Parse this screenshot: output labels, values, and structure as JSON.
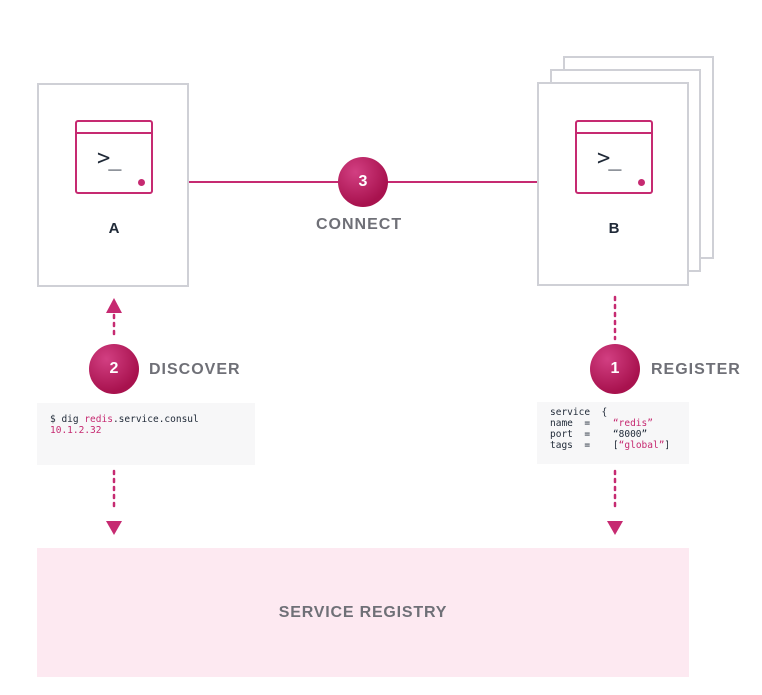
{
  "nodes": {
    "a": {
      "label": "A",
      "prompt": ">_"
    },
    "b": {
      "label": "B",
      "prompt": ">_"
    }
  },
  "steps": {
    "register": {
      "number": "1",
      "label": "REGISTER"
    },
    "discover": {
      "number": "2",
      "label": "DISCOVER"
    },
    "connect": {
      "number": "3",
      "label": "CONNECT"
    }
  },
  "discover_code": {
    "prefix": "$ dig ",
    "host": "redis",
    "suffix": ".service.consul",
    "result": "10.1.2.32"
  },
  "register_code": {
    "line1": "service  {",
    "name_key": "name  =    ",
    "name_val": "“redis”",
    "port_key": "port  =    ",
    "port_val": "“8000”",
    "tags_key": "tags  =    ",
    "tags_open": "[",
    "tags_val": "“global”",
    "tags_close": "]"
  },
  "registry": {
    "label": "SERVICE REGISTRY"
  },
  "colors": {
    "accent": "#c62a71",
    "step_fill": "#a8124e",
    "registry_bg": "#fde9f1",
    "border": "#cfd0d6",
    "muted_text": "#6f7077"
  }
}
